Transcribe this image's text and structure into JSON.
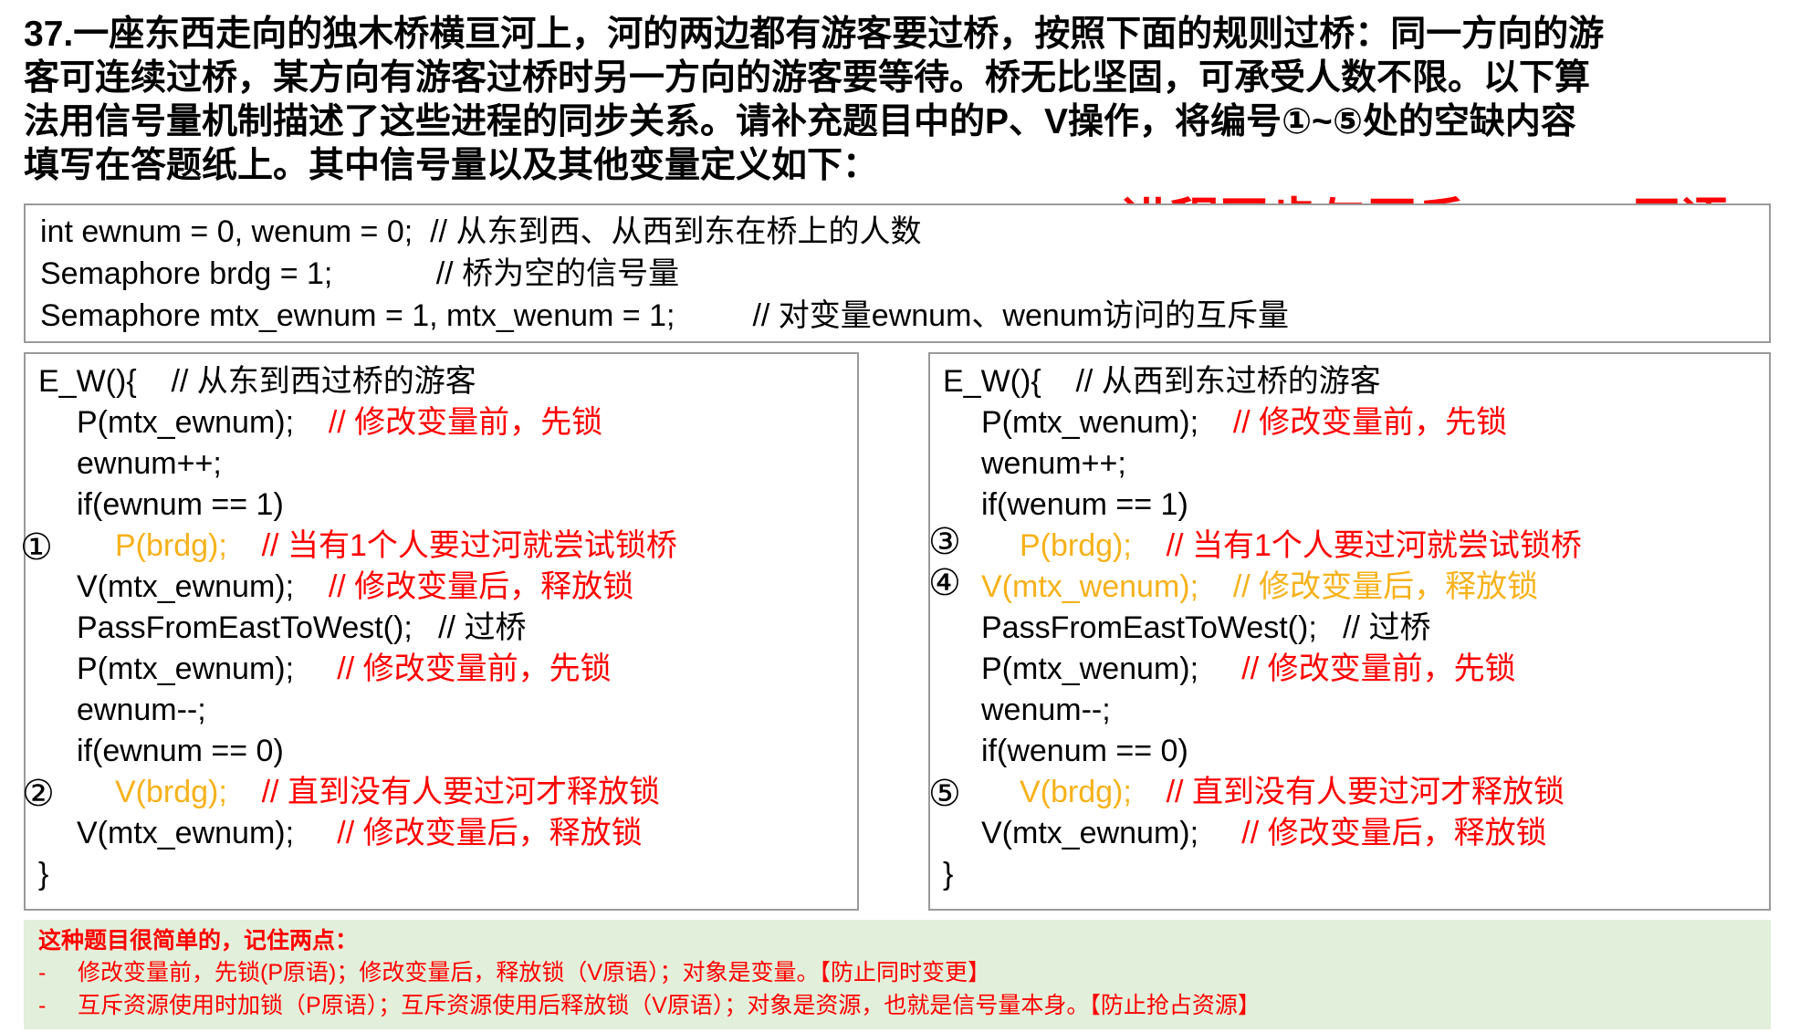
{
  "question": "37.一座东西走向的独木桥横亘河上，河的两边都有游客要过桥，按照下面的规则过桥：同一方向的游\n客可连续过桥，某方向有游客过桥时另一方向的游客要等待。桥无比坚固，可承受人数不限。以下算\n法用信号量机制描述了这些进程的同步关系。请补充题目中的P、V操作，将编号①~⑤处的空缺内容\n填写在答题纸上。其中信号量以及其他变量定义如下：",
  "topic": "进程同步与互斥：P、V原语",
  "defs": [
    "int ewnum = 0, wenum = 0;  // 从东到西、从西到东在桥上的人数",
    "Semaphore brdg = 1;            // 桥为空的信号量",
    "Semaphore mtx_ewnum = 1, mtx_wenum = 1;         // 对变量ewnum、wenum访问的互斥量"
  ],
  "left": {
    "header": "E_W(){    // 从东到西过桥的游客",
    "l1_code": "P(mtx_ewnum);    ",
    "l1_comment": "// 修改变量前，先锁",
    "l2": "ewnum++;",
    "l3": "if(ewnum == 1)",
    "m1": "①",
    "l4_code": "P(brdg);    ",
    "l4_comment": "// 当有1个人要过河就尝试锁桥",
    "l5_code": "V(mtx_ewnum);    ",
    "l5_comment": "// 修改变量后，释放锁",
    "l6": "PassFromEastToWest();   // 过桥",
    "l7_code": "P(mtx_ewnum);     ",
    "l7_comment": "// 修改变量前，先锁",
    "l8": "ewnum--;",
    "l9": "if(ewnum == 0)",
    "m2": "②",
    "l10_code": "V(brdg);    ",
    "l10_comment": "// 直到没有人要过河才释放锁",
    "l11_code": "V(mtx_ewnum);     ",
    "l11_comment": "// 修改变量后，释放锁",
    "close": "}"
  },
  "right": {
    "header": "E_W(){    // 从西到东过桥的游客",
    "l1_code": "P(mtx_wenum);    ",
    "l1_comment": "// 修改变量前，先锁",
    "l2": "wenum++;",
    "l3": "if(wenum == 1)",
    "m3": "③",
    "l4_code": "P(brdg);    ",
    "l4_comment": "// 当有1个人要过河就尝试锁桥",
    "m4": "④",
    "l5": "V(mtx_wenum);    // 修改变量后，释放锁",
    "l6": "PassFromEastToWest();   // 过桥",
    "l7_code": "P(mtx_wenum);     ",
    "l7_comment": "// 修改变量前，先锁",
    "l8": "wenum--;",
    "l9": "if(wenum == 0)",
    "m5": "⑤",
    "l10_code": "V(brdg);    ",
    "l10_comment": "// 直到没有人要过河才释放锁",
    "l11_code": "V(mtx_ewnum);     ",
    "l11_comment": "// 修改变量后，释放锁",
    "close": "}"
  },
  "tip": {
    "title": "这种题目很简单的，记住两点：",
    "items": [
      "-     修改变量前，先锁(P原语)；修改变量后，释放锁（V原语）；对象是变量。【防止同时变更】",
      "-     互斥资源使用时加锁（P原语）；互斥资源使用后释放锁（V原语）；对象是资源，也就是信号量本身。【防止抢占资源】"
    ]
  },
  "colors": {
    "highlight_red": "#ff0000",
    "highlight_yellow": "#f6b21b",
    "tip_bg": "#e2efda"
  }
}
